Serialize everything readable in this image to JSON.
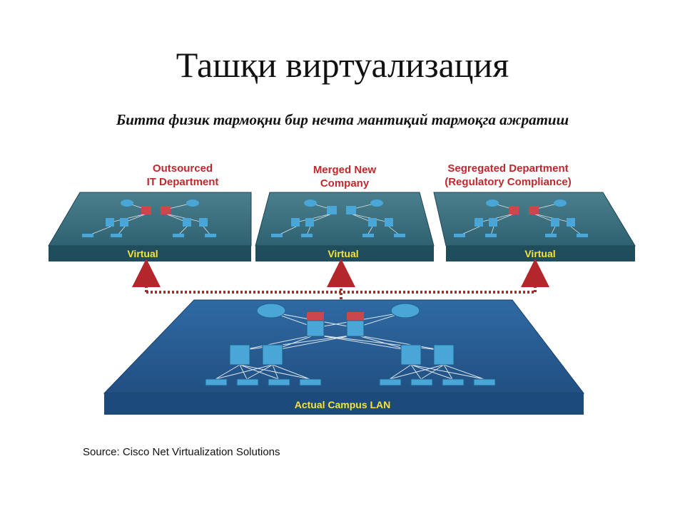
{
  "title": "Ташқи виртуализация",
  "subtitle": "Битта физик тармоқни бир нечта мантиқий тармоқга ажратиш",
  "source": "Source: Cisco Net Virtualization Solutions",
  "diagram": {
    "virtual_networks": [
      {
        "title_line1": "Outsourced",
        "title_line2": "IT Department",
        "base_label": "Virtual"
      },
      {
        "title_line1": "Merged New",
        "title_line2": "Company",
        "base_label": "Virtual"
      },
      {
        "title_line1": "Segregated Department",
        "title_line2": "(Regulatory Compliance)",
        "base_label": "Virtual"
      }
    ],
    "physical_network": {
      "base_label": "Actual Campus LAN"
    },
    "colors": {
      "platform_top": "#3b6f7e",
      "platform_side": "#1f4d5c",
      "campus_top": "#2a5f96",
      "campus_side": "#1c4a7a",
      "label_red": "#c0282d",
      "label_yellow": "#f5e43a",
      "device_blue": "#4aa6d6",
      "device_red": "#c9474d",
      "arrow_red": "#b3262b"
    }
  }
}
